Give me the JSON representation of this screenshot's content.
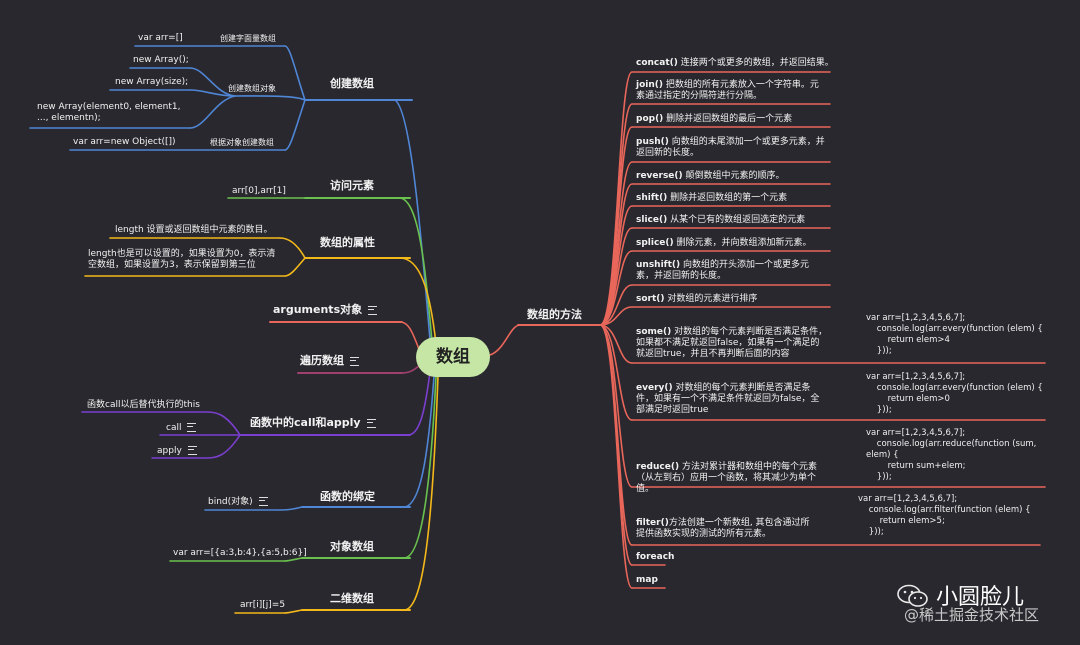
{
  "root": "数组",
  "left": {
    "create": {
      "title": "创建数组",
      "items": [
        {
          "code": "var arr=[]",
          "desc": "创建字面量数组"
        },
        {
          "code": "new Array();",
          "desc": ""
        },
        {
          "code": "new Array(size);",
          "desc": "创建数组对象"
        },
        {
          "code": "new Array(element0, element1, ..., elementn);",
          "desc": ""
        },
        {
          "code": "var arr=new Object([])",
          "desc": "根据对象创建数组"
        }
      ]
    },
    "access": {
      "title": "访问元素",
      "items": [
        "arr[0],arr[1]"
      ]
    },
    "props": {
      "title": "数组的属性",
      "items": [
        "length 设置或返回数组中元素的数目。",
        "length也是可以设置的，如果设置为0，表示清空数组，如果设置为3，表示保留到第三位"
      ]
    },
    "arguments": {
      "title": "arguments对象"
    },
    "traverse": {
      "title": "遍历数组"
    },
    "callapply": {
      "title": "函数中的call和apply",
      "items": [
        "函数call以后替代执行的this",
        "call",
        "apply"
      ]
    },
    "bind": {
      "title": "函数的绑定",
      "items": [
        "bind(对象)"
      ]
    },
    "objarr": {
      "title": "对象数组",
      "items": [
        "var arr=[{a:3,b:4},{a:5,b:6}]"
      ]
    },
    "twod": {
      "title": "二维数组",
      "items": [
        "arr[i][j]=5"
      ]
    }
  },
  "right": {
    "title": "数组的方法",
    "methods": [
      {
        "name": "concat()",
        "desc": "连接两个或更多的数组，并返回结果。"
      },
      {
        "name": "join()",
        "desc": "把数组的所有元素放入一个字符串。元素通过指定的分隔符进行分隔。"
      },
      {
        "name": "pop()",
        "desc": "删除并返回数组的最后一个元素"
      },
      {
        "name": "push()",
        "desc": "向数组的末尾添加一个或更多元素，并返回新的长度。"
      },
      {
        "name": "reverse()",
        "desc": "颠倒数组中元素的顺序。"
      },
      {
        "name": "shift()",
        "desc": "删除并返回数组的第一个元素"
      },
      {
        "name": "slice()",
        "desc": "从某个已有的数组返回选定的元素"
      },
      {
        "name": "splice()",
        "desc": "删除元素，并向数组添加新元素。"
      },
      {
        "name": "unshift()",
        "desc": "向数组的开头添加一个或更多元素，并返回新的长度。"
      },
      {
        "name": "sort()",
        "desc": "对数组的元素进行排序"
      },
      {
        "name": "some()",
        "desc": "对数组的每个元素判断是否满足条件，如果都不满足就返回false，如果有一个满足的就返回true，并且不再判断后面的内容"
      },
      {
        "name": "every()",
        "desc": "对数组的每个元素判断是否满足条件，如果有一个不满足条件就返回为false，全部满足时返回true"
      },
      {
        "name": "reduce()",
        "desc": "方法对累计器和数组中的每个元素（从左到右）应用一个函数，将其减少为单个值。"
      },
      {
        "name": "filter()",
        "desc": "方法创建一个新数组, 其包含通过所提供函数实现的测试的所有元素。"
      },
      {
        "name": "foreach",
        "desc": ""
      },
      {
        "name": "map",
        "desc": ""
      }
    ],
    "code": {
      "some": "var arr=[1,2,3,4,5,6,7];\n    console.log(arr.every(function (elem) {\n        return elem>4\n    }));",
      "every": "var arr=[1,2,3,4,5,6,7];\n    console.log(arr.every(function (elem) {\n        return elem>0\n    }));",
      "reduce": "var arr=[1,2,3,4,5,6,7];\n    console.log(arr.reduce(function (sum,\nelem) {\n        return sum+elem;\n    }));",
      "filter": "var arr=[1,2,3,4,5,6,7];\n    console.log(arr.filter(function (elem) {\n        return elem>5;\n    }));"
    }
  },
  "watermark": {
    "name": "小圆脸儿",
    "sub": "@稀土掘金技术社区"
  },
  "colors": {
    "blue": "#4f86d6",
    "green": "#6ac24e",
    "yellow": "#f3b81a",
    "red": "#e9665a",
    "purple": "#7b3fd0",
    "root": "#c5e6a4"
  }
}
